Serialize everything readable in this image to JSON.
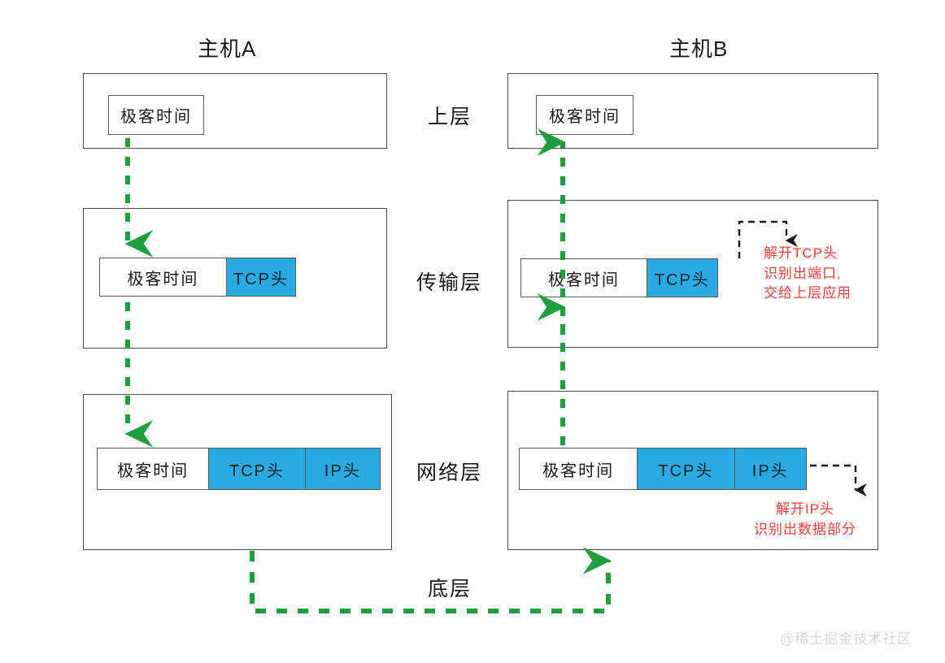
{
  "diagram": {
    "title_left": "主机A",
    "title_right": "主机B",
    "watermark": "@稀土掘金技术社区",
    "colors": {
      "header_blue": "#29abe2",
      "arrow_green": "#1e9e3c",
      "note_red": "#f4403a",
      "box_border": "#4a4a4a"
    },
    "layer_labels": {
      "upper": "上层",
      "transport": "传输层",
      "network": "网络层",
      "bottom": "底层"
    },
    "payload_label": "极客时间",
    "tcp_header_label": "TCP头",
    "ip_header_label": "IP头",
    "host_a": {
      "upper": {
        "segments": [
          "极客时间"
        ]
      },
      "transport": {
        "segments": [
          "极客时间",
          "TCP头"
        ]
      },
      "network": {
        "segments": [
          "极客时间",
          "TCP头",
          "IP头"
        ]
      }
    },
    "host_b": {
      "upper": {
        "segments": [
          "极客时间"
        ]
      },
      "transport": {
        "segments": [
          "极客时间",
          "TCP头"
        ]
      },
      "network": {
        "segments": [
          "极客时间",
          "TCP头",
          "IP头"
        ]
      }
    },
    "notes": {
      "transport": [
        "解开TCP头",
        "识别出端口,",
        "交给上层应用"
      ],
      "network": [
        "解开IP头",
        "识别出数据部分"
      ]
    }
  }
}
